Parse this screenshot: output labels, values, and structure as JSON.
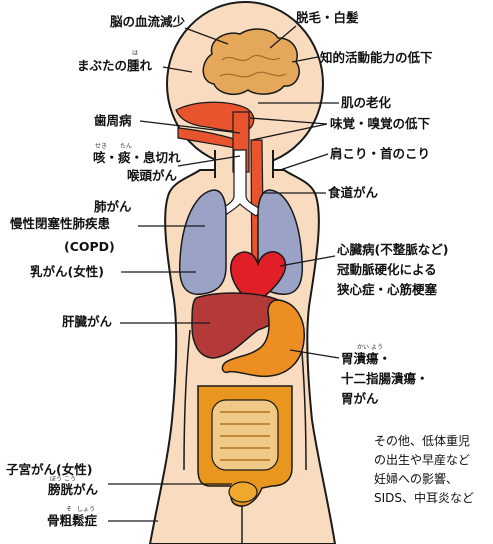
{
  "labels": {
    "brain_blood_flow": "脳の血流減少",
    "eyelid_swelling": "まぶたの腫れ",
    "gum_disease": "歯周病",
    "cough_line1": "咳・痰・息切れ",
    "cough_line2": "喉頭がん",
    "lung_cancer": "肺がん",
    "copd_line1": "慢性閉塞性肺疾患",
    "copd_line2": "(COPD)",
    "breast_cancer": "乳がん(女性)",
    "liver_cancer": "肝臓がん",
    "uterine_cancer": "子宮がん(女性)",
    "bladder_cancer": "膀胱がん",
    "osteoporosis": "骨粗鬆症",
    "hair_loss": "脱毛・白髪",
    "cognitive_decline": "知的活動能力の低下",
    "skin_aging": "肌の老化",
    "taste_smell": "味覚・嗅覚の低下",
    "shoulder_neck": "肩こり・首のこり",
    "esophageal_cancer": "食道がん",
    "heart_line1": "心臓病(不整脈など)",
    "heart_line2": "冠動脈硬化による",
    "heart_line3": "狭心症・心筋梗塞",
    "ulcer_line1": "胃潰瘍・",
    "ulcer_line2": "十二指腸潰瘍・",
    "ulcer_line3": "胃がん"
  },
  "ruby": {
    "swelling": "は",
    "cough": "せき",
    "phlegm": "たん",
    "ulcer_kai": "かい",
    "ulcer_you": "よう",
    "bladder_bou": "ぼう",
    "bladder_kou": "こう",
    "osteo_sou": "そ",
    "osteo_shou": "しょう"
  },
  "note": {
    "line1": "その他、低体重児",
    "line2": "の出生や早産など",
    "line3": "妊婦への影響、",
    "line4": "SIDS、中耳炎など"
  },
  "colors": {
    "skin": "#f9dcc0",
    "outline": "#1a1a1a",
    "brain": "#e5a85a",
    "airway": "#e8542e",
    "lungs": "#9aa3c6",
    "heart": "#e01f28",
    "liver": "#b43a3a",
    "stomach": "#ec8e22",
    "intestine_small": "#f1c987",
    "intestine_large": "#e9961e",
    "bladder": "#f1a82f"
  }
}
